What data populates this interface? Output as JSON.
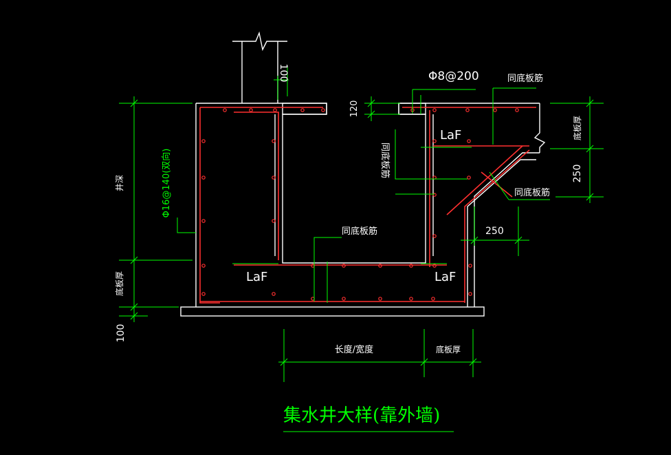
{
  "drawing": {
    "title": "集水井大样(靠外墙)",
    "labels": {
      "top_bar_spec": "Φ8@200",
      "same_as_slab_top_right": "同底板筋",
      "same_as_slab_vertical": "同底板筋",
      "same_as_slab_diagonal": "同底板筋",
      "same_as_slab_bottom": "同底板筋",
      "wall_bar_spec": "Φ16@140(双向)",
      "laf": "LaF",
      "dim_100_top": "100",
      "dim_120": "120",
      "dim_250_right": "250",
      "dim_250_mid": "250",
      "dim_100_bottom": "100",
      "well_depth": "井深",
      "slab_thick_left": "底板厚",
      "slab_thick_right": "底板厚",
      "slab_thick_bottom": "底板厚",
      "length_width": "长度/宽度"
    },
    "colors": {
      "background": "#000000",
      "concrete": "#ffffff",
      "rebar": "#ff3030",
      "dimension": "#00ff00",
      "annotation": "#ffffff",
      "title": "#00ff00"
    }
  }
}
